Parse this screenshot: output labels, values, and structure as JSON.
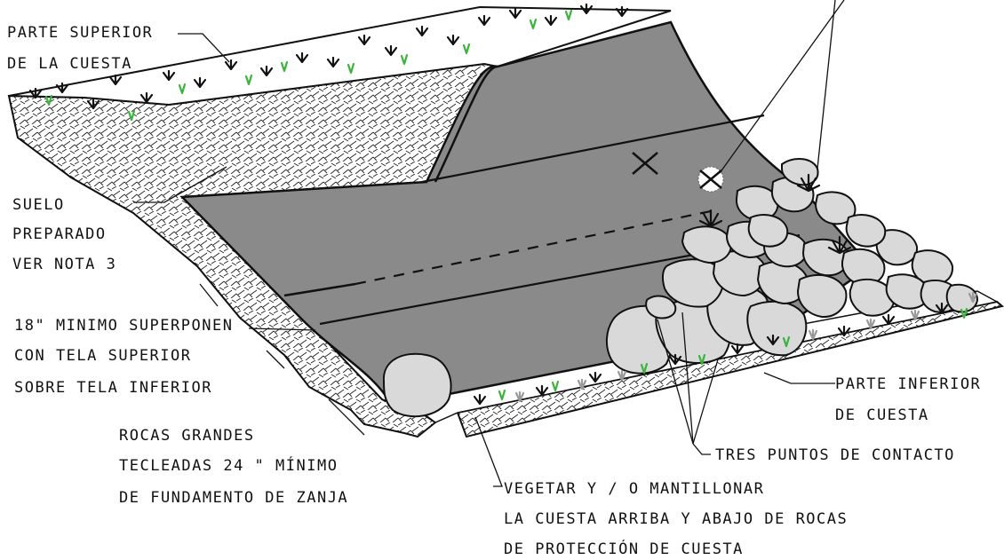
{
  "labels": {
    "top_of_slope_1": "PARTE SUPERIOR",
    "top_of_slope_2": "DE LA CUESTA",
    "soil_1": "SUELO",
    "soil_2": "PREPARADO",
    "soil_3": "VER NOTA 3",
    "overlap_1": "18\" MINIMO SUPERPONEN",
    "overlap_2": "CON TELA SUPERIOR",
    "overlap_3": "SOBRE TELA INFERIOR",
    "key_1": "ROCAS GRANDES",
    "key_2": "TECLEADAS 24 \" MÍNIMO",
    "key_3": "DE FUNDAMENTO DE ZANJA",
    "bottom_of_slope_1": "PARTE INFERIOR",
    "bottom_of_slope_2": "DE CUESTA",
    "contact_points": "TRES PUNTOS DE CONTACTO",
    "veg_1": "VEGETAR Y / O MANTILLONAR",
    "veg_2": "LA CUESTA ARRIBA Y ABAJO DE ROCAS",
    "veg_3": "DE PROTECCIÓN DE CUESTA"
  },
  "colors": {
    "fabric": "#8a8a8a",
    "rock": "#d9d9d9",
    "ink": "#111111",
    "plant_green": "#3cb33c",
    "plant_gray": "#9a9a9a"
  }
}
